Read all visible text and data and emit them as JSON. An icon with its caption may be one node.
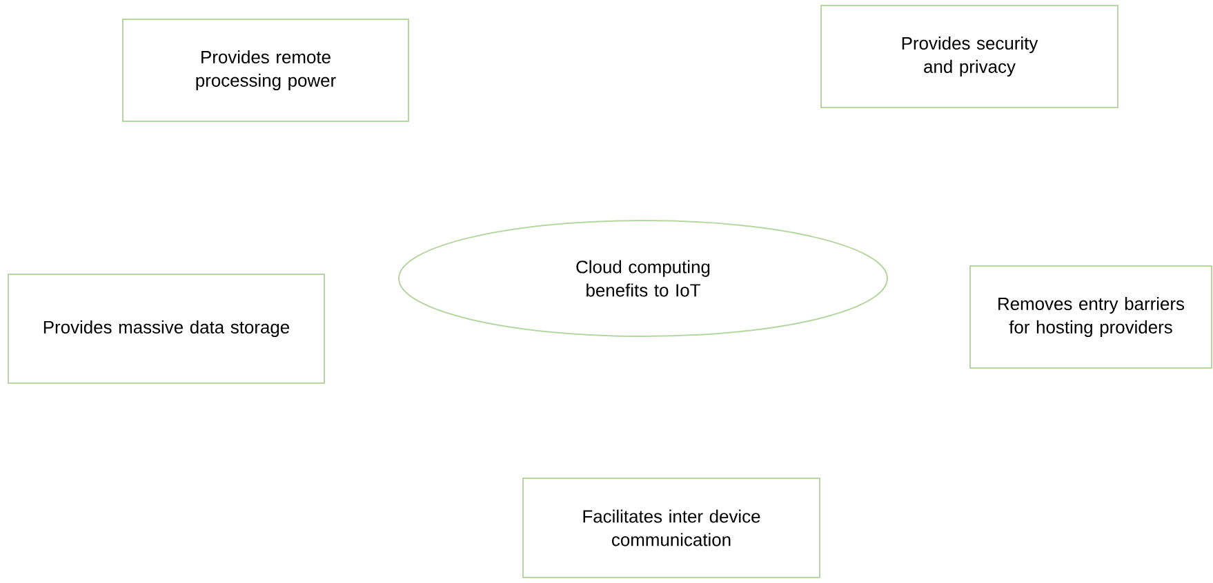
{
  "diagram": {
    "nodes": [
      {
        "text": [
          "Provides remote processing power"
        ]
      },
      {
        "text": [
          "Provides security and privacy"
        ]
      },
      {
        "text": [
          "Cloud computing benefits to IoT"
        ]
      },
      {
        "text": [
          "Provides massive data storage"
        ]
      },
      {
        "text": [
          "Removes entry barriers for hosting providers"
        ]
      },
      {
        "text": [
          "Facilitates inter device communication"
        ]
      }
    ]
  }
}
